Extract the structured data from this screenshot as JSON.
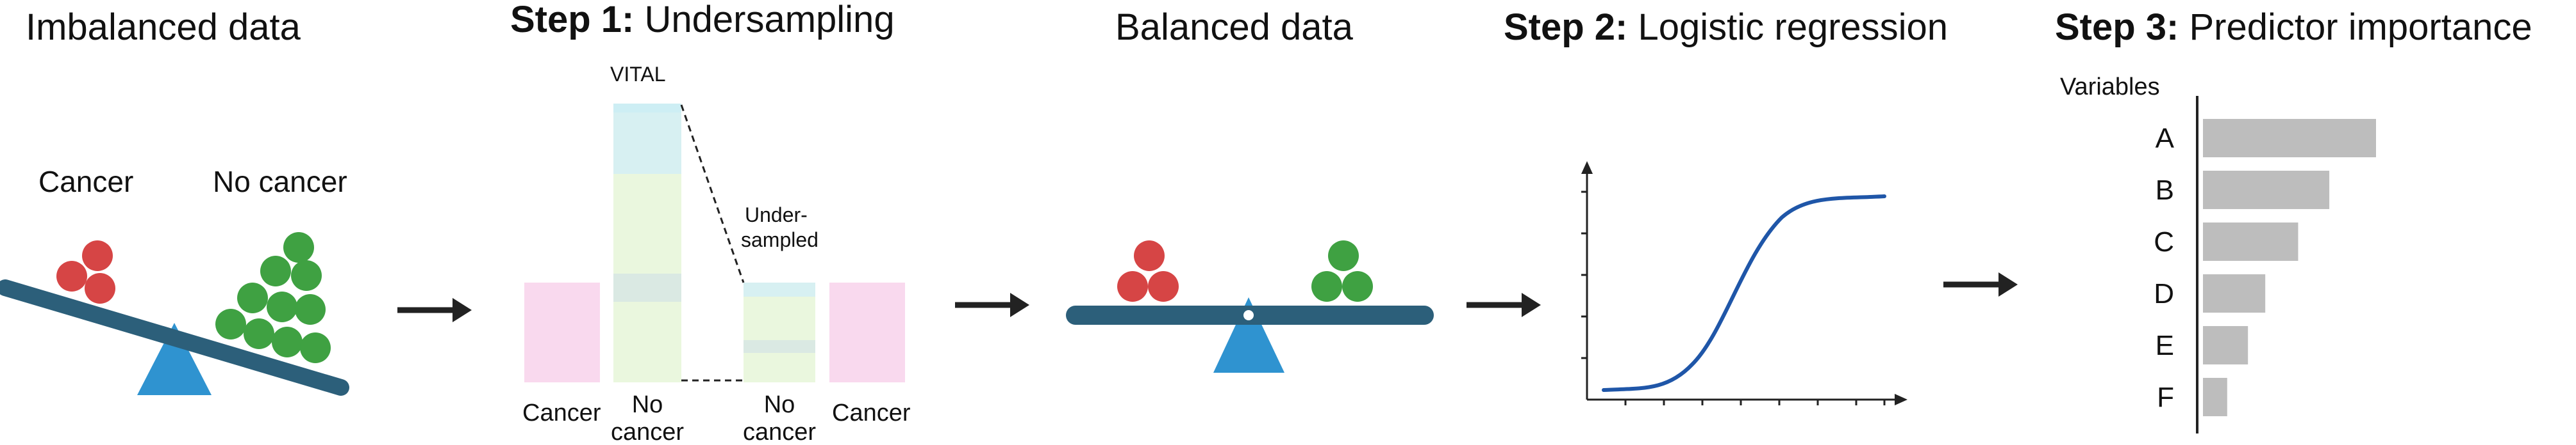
{
  "panels": {
    "imbalanced": {
      "title": "Imbalanced data",
      "left_label": "Cancer",
      "right_label": "No cancer"
    },
    "step1": {
      "title_bold": "Step 1:",
      "title_rest": " Undersampling",
      "vital_label": "VITAL",
      "undersampled_label_1": "Under-",
      "undersampled_label_2": "sampled",
      "cancer_left": "Cancer",
      "no_cancer_1_line1": "No",
      "no_cancer_1_line2": "cancer",
      "no_cancer_2_line1": "No",
      "no_cancer_2_line2": "cancer",
      "cancer_right": "Cancer"
    },
    "balanced": {
      "title": "Balanced data"
    },
    "step2": {
      "title_bold": "Step 2:",
      "title_rest": " Logistic regression"
    },
    "step3": {
      "title_bold": "Step 3:",
      "title_rest": " Predictor importance",
      "axis_label": "Variables"
    }
  },
  "colors": {
    "cancer_ball": "#d64545",
    "no_cancer_ball": "#3fa142",
    "scale_beam": "#2c5f7a",
    "fulcrum": "#2f93d0",
    "cancer_bar": "#f9d9ee",
    "no_cancer_bar": "#eaf7de",
    "vital_top": "#d7f0f2",
    "curve": "#1f56a8",
    "importance_bar": "#bdbdbd",
    "arrow": "#222222"
  },
  "chart_data": {
    "type": "bar",
    "categories": [
      "A",
      "B",
      "C",
      "D",
      "E",
      "F"
    ],
    "values": [
      1.0,
      0.73,
      0.55,
      0.36,
      0.26,
      0.14
    ],
    "title": "",
    "xlabel": "",
    "ylabel": "Variables"
  }
}
